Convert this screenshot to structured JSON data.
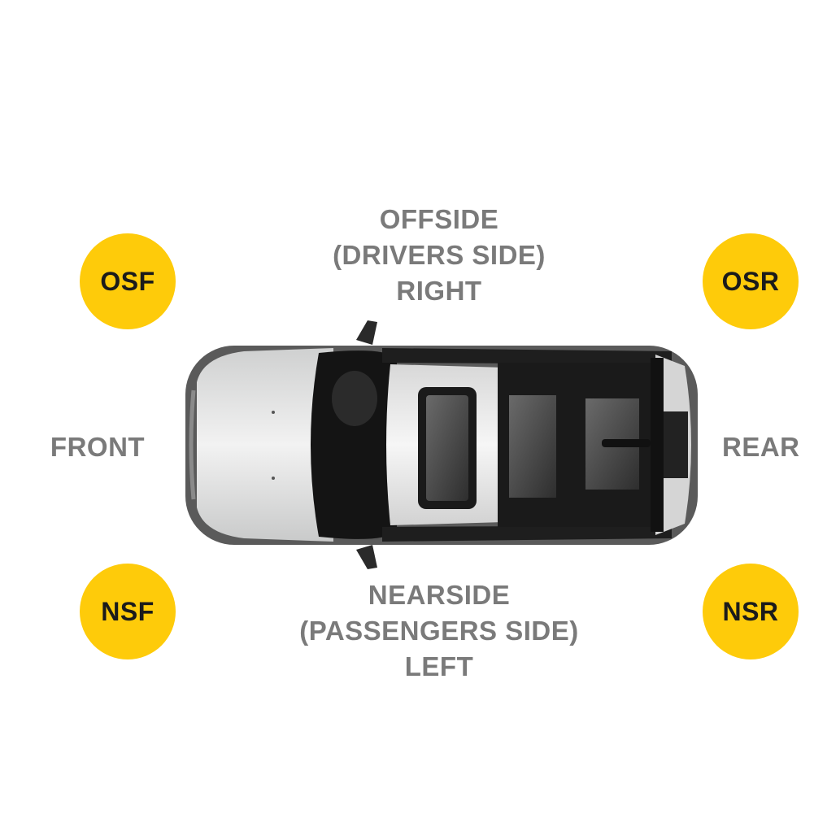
{
  "offside": {
    "line1": "OFFSIDE",
    "line2": "(DRIVERS SIDE)",
    "line3": "RIGHT"
  },
  "nearside": {
    "line1": "NEARSIDE",
    "line2": "(PASSENGERS SIDE)",
    "line3": "LEFT"
  },
  "ends": {
    "front": "FRONT",
    "rear": "REAR"
  },
  "badges": {
    "osf": "OSF",
    "osr": "OSR",
    "nsf": "NSF",
    "nsr": "NSR"
  },
  "colors": {
    "badge": "#fecb0a",
    "label_text": "#7a7a7a",
    "badge_text": "#1b1b1b"
  }
}
